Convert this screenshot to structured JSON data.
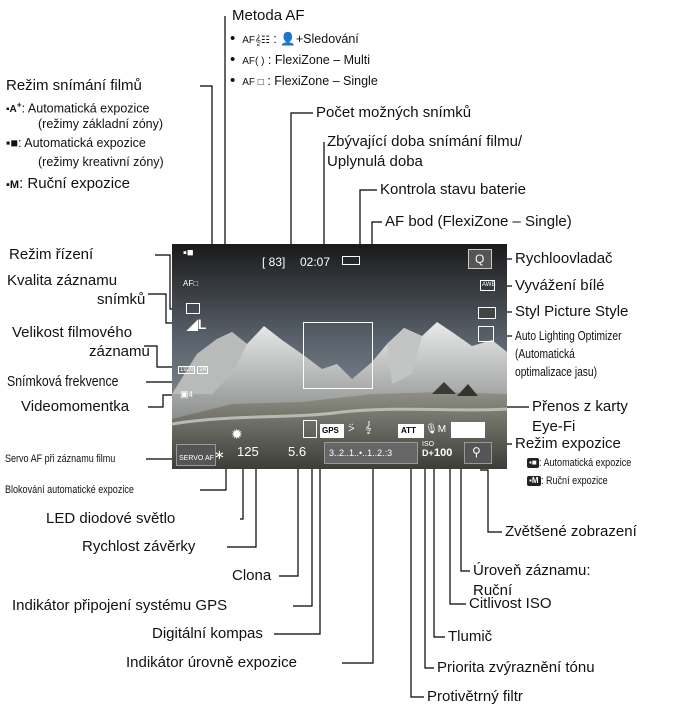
{
  "labels": {
    "metoda_af": "Metoda AF",
    "af_m1": "+Sledování",
    "af_m2": ": FlexiZone – Multi",
    "af_m3": ": FlexiZone – Single",
    "rezim_filmu": "Režim snímání filmů",
    "auto_exp": ": Automatická expozice",
    "zakl_zony": "(režimy základní zóny)",
    "auto_exp2": ": Automatická expozice",
    "kreat_zony": "(režimy kreativní zóny)",
    "rucni": ": Ruční expozice",
    "pocet": "Počet možných snímků",
    "zbyvajici1": "Zbývající doba snímání filmu/",
    "zbyvajici2": "Uplynulá doba",
    "baterie": "Kontrola stavu baterie",
    "af_bod": "AF bod (FlexiZone – Single)",
    "rezim_rizeni": "Režim řízení",
    "kvalita1": "Kvalita záznamu",
    "kvalita2": "snímků",
    "velikost1": "Velikost filmového",
    "velikost2": "záznamu",
    "frekvence": "Snímková frekvence",
    "videomomentka": "Videomomentka",
    "servo": "Servo AF při záznamu filmu",
    "blokovani": "Blokování automatické expozice",
    "led": "LED diodové světlo",
    "rychlost": "Rychlost závěrky",
    "clona": "Clona",
    "gps": "Indikátor připojení systému GPS",
    "kompas": "Digitální kompas",
    "ind_exp": "Indikátor úrovně expozice",
    "rychloovladac": "Rychloovladač",
    "wb": "Vyvážení bílé",
    "styl": "Styl Picture Style",
    "alo1": "Auto Lighting Optimizer",
    "alo2": "(Automatická",
    "alo3": "optimalizace jasu)",
    "eyefi1": "Přenos z karty",
    "eyefi2": "Eye-Fi",
    "rezim_exp": "Režim expozice",
    "re_auto": ": Automatická expozice",
    "re_rucni": ": Ruční expozice",
    "zvetsene": "Zvětšené zobrazení",
    "uroven1": "Úroveň záznamu:",
    "uroven2": "Ruční",
    "iso": "Citlivost ISO",
    "tlumic": "Tlumič",
    "priorita": "Priorita zvýraznění tónu",
    "vetrny": "Protivětrný filtr"
  },
  "screen": {
    "count": "[  83]",
    "time": "02:07",
    "shutter": "125",
    "aperture": "5.6",
    "scale": "3..2..1..•..1..2.:3",
    "iso": "100",
    "fps": "4",
    "gps": "GPS",
    "att": "ATT",
    "q": "Q",
    "awb": "AWB",
    "size_a": "1920",
    "size_b": "24",
    "servo_txt": "SERVO AF"
  }
}
